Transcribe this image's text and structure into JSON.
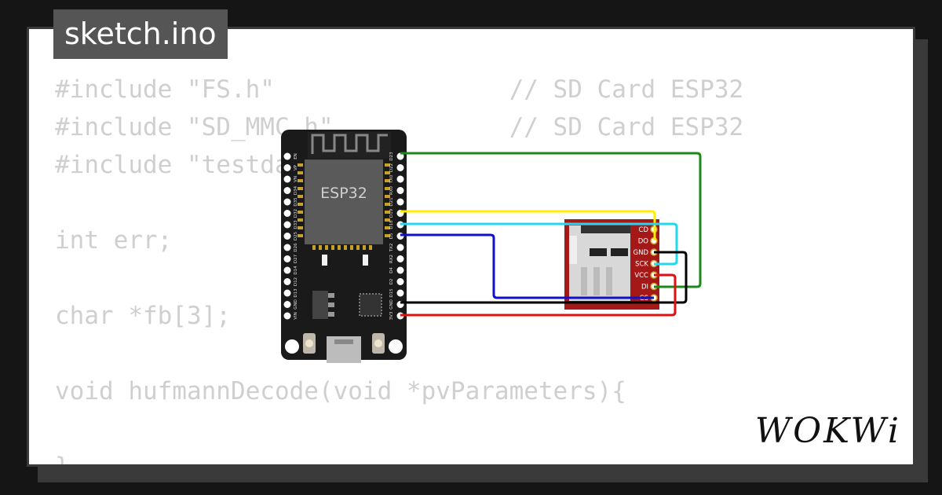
{
  "file_tab": {
    "title": "sketch.ino"
  },
  "code_lines": [
    "#include \"FS.h\"                // SD Card ESP32",
    "#include \"SD_MMC.h\"            // SD Card ESP32",
    "#include \"testdata.h\"",
    "",
    "int err;",
    "",
    "char *fb[3];",
    "",
    "void hufmannDecode(void *pvParameters){",
    "",
    "}"
  ],
  "esp32": {
    "chip_label": "ESP32",
    "left_pins": [
      "EN",
      "VP",
      "VN",
      "D34",
      "D35",
      "D32",
      "D33",
      "D25",
      "D26",
      "D27",
      "D14",
      "D12",
      "D13",
      "GND",
      "VIN"
    ],
    "right_pins": [
      "D23",
      "D22",
      "TX0",
      "RX0",
      "D21",
      "D19",
      "D18",
      "D5",
      "TX2",
      "RX2",
      "D4",
      "D2",
      "D15",
      "GND",
      "3V3"
    ]
  },
  "sd_module": {
    "pins": [
      "CD",
      "DO",
      "GND",
      "SCK",
      "VCC",
      "DI",
      "CS"
    ]
  },
  "wire_colors": {
    "d23": "#1a8a1a",
    "d19": "#ffee00",
    "d18": "#22d8f0",
    "d5": "#1010cc",
    "gnd": "#000000",
    "v33": "#e01010"
  },
  "brand": {
    "logo": "WOKWi"
  }
}
